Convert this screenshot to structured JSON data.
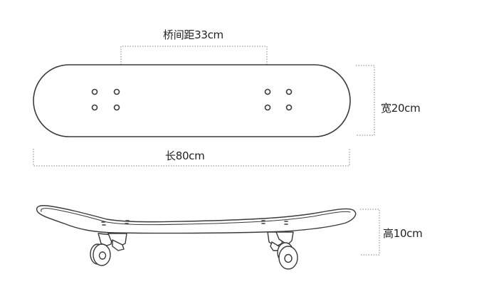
{
  "diagram": {
    "subject": "skateboard dimensions",
    "labels": {
      "truck_distance": "桥间距33cm",
      "width": "宽20cm",
      "length": "长80cm",
      "height": "高10cm"
    },
    "colors": {
      "line": "#3a3a3a",
      "dotted": "#9a9a9a",
      "text": "#222222",
      "background": "#ffffff"
    },
    "views": [
      "top-view-deck",
      "side-view-skateboard"
    ]
  }
}
